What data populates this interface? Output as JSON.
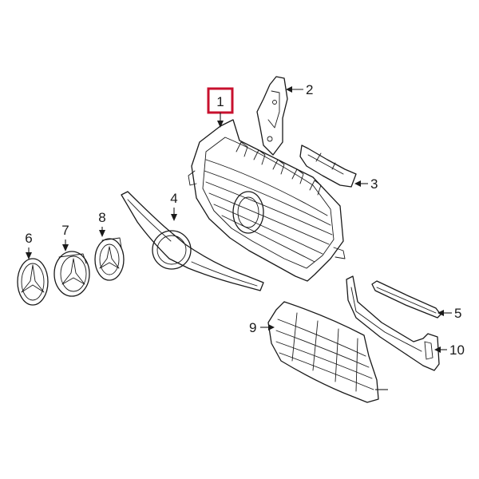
{
  "callouts": {
    "c1": "1",
    "c2": "2",
    "c3": "3",
    "c4": "4",
    "c5": "5",
    "c6": "6",
    "c7": "7",
    "c8": "8",
    "c9": "9",
    "c10": "10"
  },
  "highlight": {
    "callout": "1",
    "color": "#c8102e"
  },
  "colors": {
    "line": "#1a1a1a",
    "background": "#ffffff"
  }
}
